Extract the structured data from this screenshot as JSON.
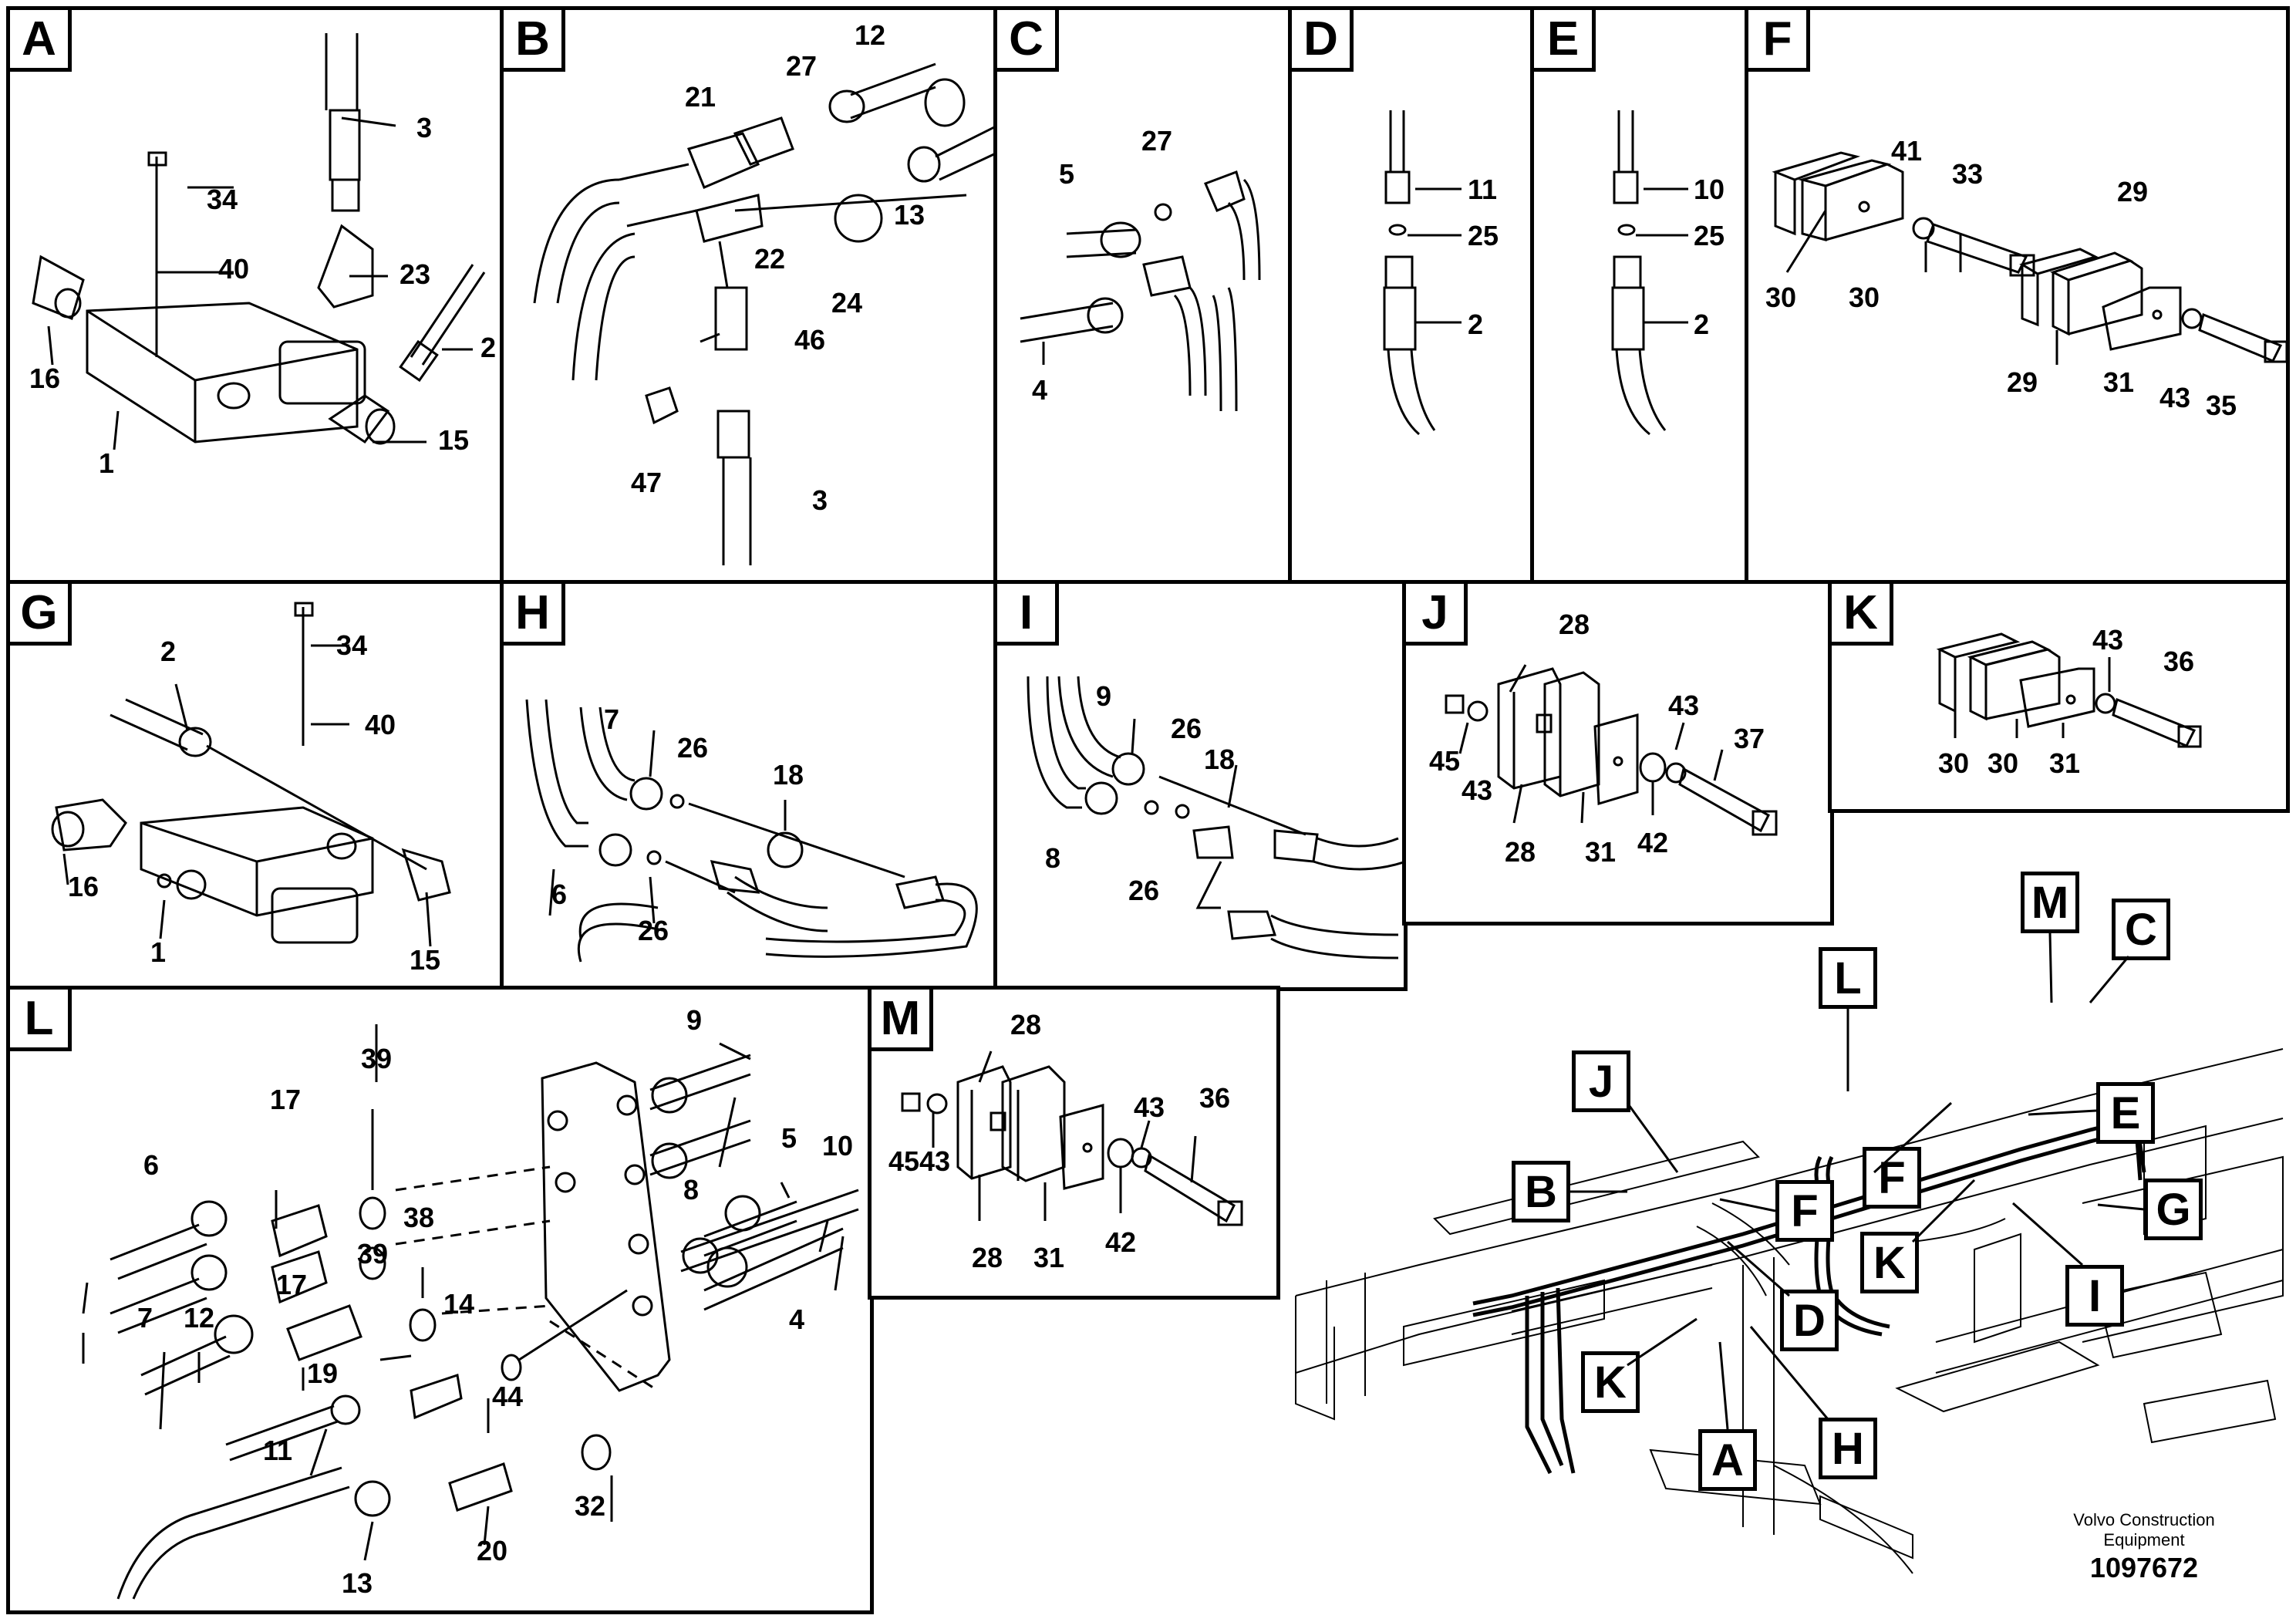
{
  "panels": {
    "A": {
      "label": "A",
      "parts": [
        "3",
        "34",
        "40",
        "23",
        "2",
        "16",
        "1",
        "15"
      ]
    },
    "B": {
      "label": "B",
      "parts": [
        "12",
        "27",
        "21",
        "13",
        "22",
        "24",
        "46",
        "47",
        "3"
      ]
    },
    "C": {
      "label": "C",
      "parts": [
        "27",
        "5",
        "4"
      ]
    },
    "D": {
      "label": "D",
      "parts": [
        "11",
        "25",
        "2"
      ]
    },
    "E": {
      "label": "E",
      "parts": [
        "10",
        "25",
        "2"
      ]
    },
    "F": {
      "label": "F",
      "parts": [
        "41",
        "33",
        "29",
        "30",
        "30",
        "29",
        "31",
        "43",
        "35"
      ]
    },
    "G": {
      "label": "G",
      "parts": [
        "2",
        "34",
        "40",
        "16",
        "1",
        "15"
      ]
    },
    "H": {
      "label": "H",
      "parts": [
        "7",
        "26",
        "18",
        "6",
        "26"
      ]
    },
    "I": {
      "label": "I",
      "parts": [
        "9",
        "26",
        "18",
        "8",
        "26"
      ]
    },
    "J": {
      "label": "J",
      "parts": [
        "28",
        "43",
        "37",
        "45",
        "43",
        "28",
        "31",
        "42"
      ]
    },
    "K": {
      "label": "K",
      "parts": [
        "43",
        "36",
        "30",
        "30",
        "31"
      ]
    },
    "L": {
      "label": "L",
      "parts": [
        "9",
        "39",
        "17",
        "6",
        "8",
        "5",
        "10",
        "38",
        "39",
        "17",
        "7",
        "12",
        "14",
        "19",
        "44",
        "4",
        "11",
        "32",
        "20",
        "13"
      ]
    },
    "M": {
      "label": "M",
      "parts": [
        "28",
        "43",
        "36",
        "45",
        "43",
        "42",
        "28",
        "31"
      ]
    }
  },
  "overview_callouts": [
    "M",
    "C",
    "L",
    "J",
    "E",
    "B",
    "F",
    "F",
    "G",
    "K",
    "I",
    "D",
    "K",
    "H",
    "A"
  ],
  "footer": {
    "company": "Volvo Construction",
    "company2": "Equipment",
    "drawing_number": "1097672"
  }
}
